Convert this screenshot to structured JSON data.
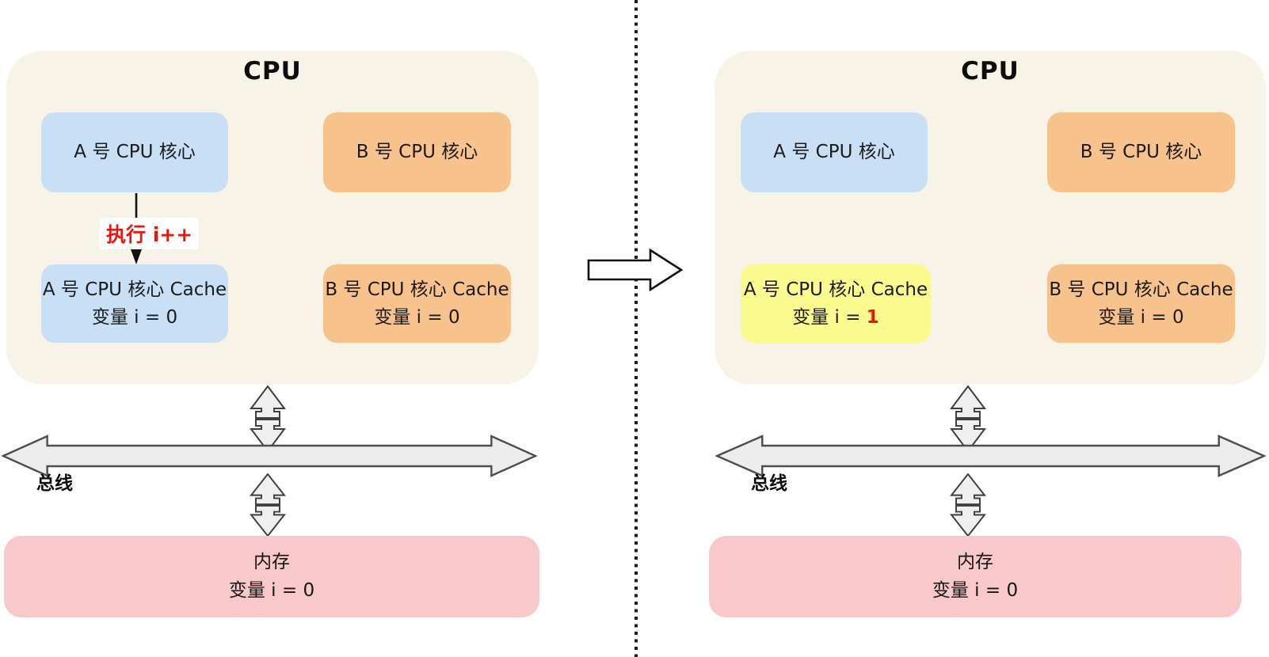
{
  "colors": {
    "panel_bg": "#F7F3E6",
    "core_a_bg": "#C9DFF6",
    "core_b_bg": "#F7C28C",
    "cache_a_before_bg": "#C9DFF6",
    "cache_a_after_bg": "#FAFA8E",
    "cache_b_bg": "#F7C28C",
    "memory_bg": "#F9C8CA",
    "exec_label_color": "#E8160C",
    "changed_value_color": "#E8160C"
  },
  "left": {
    "cpu_title": "CPU",
    "core_a_label": "A 号 CPU 核心",
    "core_b_label": "B 号 CPU 核心",
    "exec_label": "执行 i++",
    "cache_a_line1": "A 号 CPU 核心 Cache",
    "cache_a_var_prefix": "变量 i = ",
    "cache_a_var_value": "0",
    "cache_b_line1": "B 号 CPU 核心 Cache",
    "cache_b_line2": "变量 i = 0",
    "bus_label": "总线",
    "memory_title": "内存",
    "memory_line2": "变量 i = 0"
  },
  "right": {
    "cpu_title": "CPU",
    "core_a_label": "A 号 CPU 核心",
    "core_b_label": "B 号 CPU 核心",
    "cache_a_line1": "A 号 CPU 核心 Cache",
    "cache_a_var_prefix": "变量 i = ",
    "cache_a_var_value": "1",
    "cache_b_line1": "B 号 CPU 核心 Cache",
    "cache_b_line2": "变量 i = 0",
    "bus_label": "总线",
    "memory_title": "内存",
    "memory_line2": "变量 i = 0"
  }
}
